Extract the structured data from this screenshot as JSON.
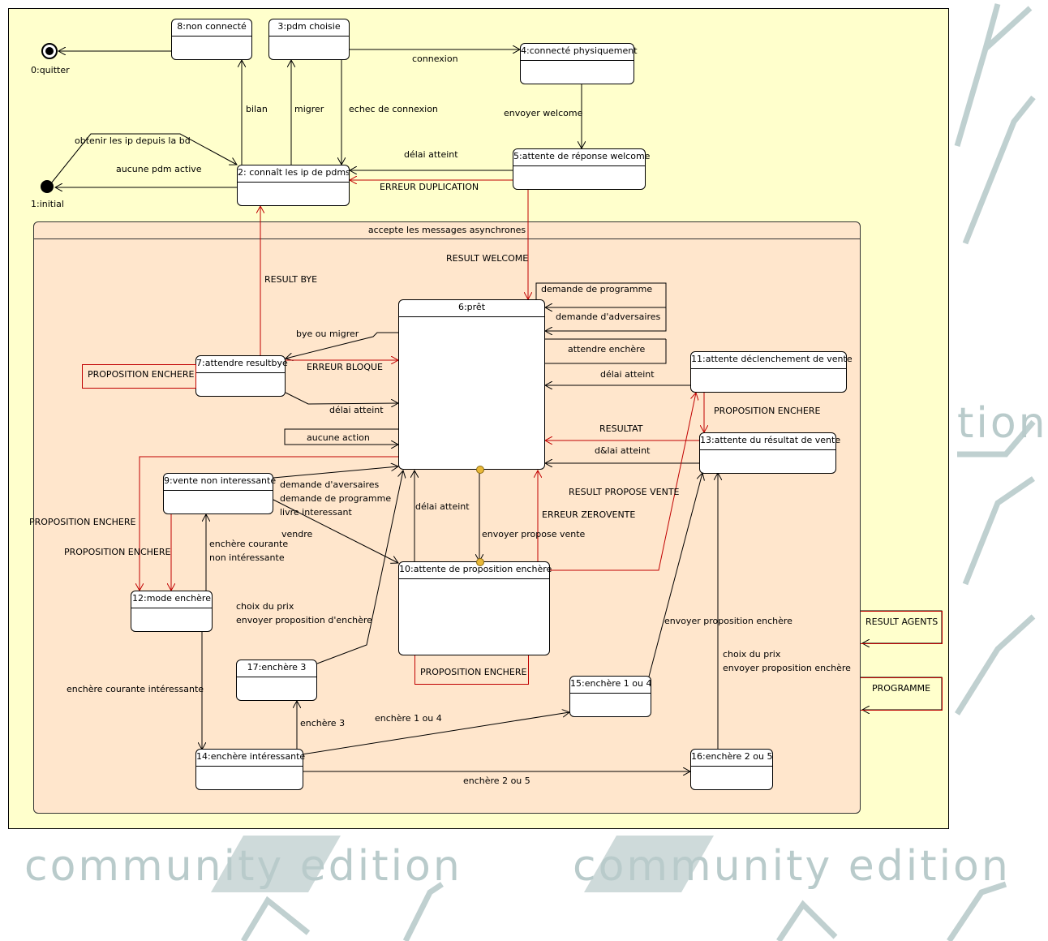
{
  "watermark": {
    "text": "community edition",
    "partial": "tion"
  },
  "composite_title": "accepte les messages asynchrones",
  "pseudo_states": {
    "quit": "0:quitter",
    "initial": "1:initial"
  },
  "states": {
    "s2": "2: connaît les ip de pdms",
    "s3": "3:pdm choisie",
    "s4": "4:connecté physiquement",
    "s5": "5:attente de réponse welcome",
    "s6": "6:prêt",
    "s7": "7:attendre resultbye",
    "s8": "8:non connecté",
    "s9": "9:vente non interessante",
    "s10": "10:attente de proposition enchère",
    "s11": "11:attente déclenchement de vente",
    "s12": "12:mode enchère",
    "s13": "13:attente du résultat de vente",
    "s14": "14:enchère intéressante",
    "s15": "15:enchère 1 ou 4",
    "s16": "16:enchère 2 ou 5",
    "s17": "17:enchère 3"
  },
  "signal_boxes": {
    "demande_programme": "demande de programme",
    "demande_adversaires": "demande d'adversaires",
    "attendre_enchere": "attendre enchère",
    "proposition_7": "PROPOSITION ENCHERE",
    "proposition_10": "PROPOSITION ENCHERE",
    "result_agents": "RESULT AGENTS",
    "programme": "PROGRAMME"
  },
  "labels": {
    "connexion": "connexion",
    "bilan": "bilan",
    "migrer": "migrer",
    "echec": "echec de connexion",
    "obtenir": "obtenir les ip depuis la bd",
    "aucune_pdm": "aucune pdm active",
    "envoyer_welcome": "envoyer welcome",
    "delai_5": "délai atteint",
    "erreur_dup": "ERREUR DUPLICATION",
    "result_welcome": "RESULT WELCOME",
    "result_bye": "RESULT BYE",
    "bye_migrer": "bye ou migrer",
    "erreur_bloque": "ERREUR BLOQUE",
    "delai_7": "délai atteint",
    "aucune_action": "aucune action",
    "delai_11": "délai atteint",
    "prop_11": "PROPOSITION ENCHERE",
    "resultat": "RESULTAT",
    "delai_13": "d&lai atteint",
    "result_propose": "RESULT PROPOSE VENTE",
    "erreur_zero": "ERREUR ZEROVENTE",
    "envoyer_propose": "envoyer propose vente",
    "delai_10": "délai atteint",
    "dem_adv": "demande d'aversaires",
    "dem_prog": "demande de programme",
    "livre": "livre interessant",
    "vendre": "vendre",
    "prop_left1": "PROPOSITION ENCHERE",
    "prop_left2": "PROPOSITION ENCHERE",
    "courante_non1": "enchère courante",
    "courante_non2": "non intéressante",
    "choix1": "choix du prix",
    "choix2": "envoyer proposition d'enchère",
    "courante_int": "enchère courante intéressante",
    "enchere3": "enchère 3",
    "enchere14": "enchère 1 ou 4",
    "enchere25": "enchère 2 ou 5",
    "env_prop": "envoyer proposition enchère",
    "choix16a": "choix du prix",
    "choix16b": "envoyer proposition enchère"
  },
  "colors": {
    "outer_bg": "#ffffcc",
    "composite_bg": "#ffe6cc",
    "signal_red": "#c00000",
    "watermark": "#b9cbcb"
  }
}
